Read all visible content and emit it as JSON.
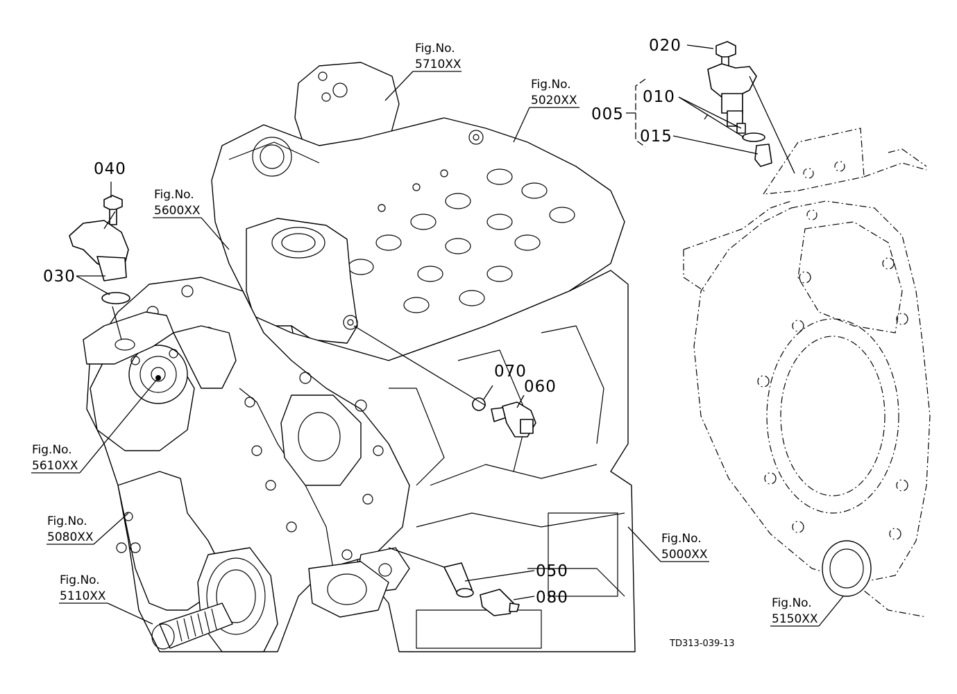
{
  "figure_refs": [
    {
      "id": "fig-5710",
      "line1": "Fig.No.",
      "line2": "5710XX"
    },
    {
      "id": "fig-5020",
      "line1": "Fig.No.",
      "line2": "5020XX"
    },
    {
      "id": "fig-5600",
      "line1": "Fig.No.",
      "line2": "5600XX"
    },
    {
      "id": "fig-5610",
      "line1": "Fig.No.",
      "line2": "5610XX"
    },
    {
      "id": "fig-5080",
      "line1": "Fig.No.",
      "line2": "5080XX"
    },
    {
      "id": "fig-5110",
      "line1": "Fig.No.",
      "line2": "5110XX"
    },
    {
      "id": "fig-5000",
      "line1": "Fig.No.",
      "line2": "5000XX"
    },
    {
      "id": "fig-5150",
      "line1": "Fig.No.",
      "line2": "5150XX"
    }
  ],
  "part_numbers": {
    "p020": "020",
    "p005": "005",
    "p010": "010",
    "p015": "015",
    "p040": "040",
    "p030": "030",
    "p070": "070",
    "p060": "060",
    "p050": "050",
    "p080": "080"
  },
  "drawing_code": "TD313-039-13"
}
